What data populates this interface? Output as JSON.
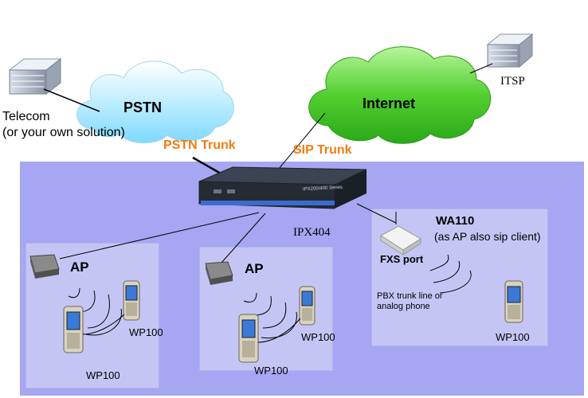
{
  "diagram": {
    "nodes": {
      "pstn": "PSTN",
      "internet": "Internet",
      "telecom": "Telecom",
      "telecom_note": "(or your own solution)",
      "itsp": "ITSP",
      "pstn_trunk": "PSTN Trunk",
      "sip_trunk": "SIP Trunk",
      "ipx_name": "IPX404",
      "ipx_series": "IPX200/400 Series",
      "wa110": "WA110",
      "wa110_note": "(as AP also sip client)",
      "fxs_port": "FXS port",
      "pbx_line1": "PBX trunk line or",
      "pbx_line2": "analog phone",
      "ap_left": "AP",
      "ap_middle": "AP",
      "wp_left_a": "WP100",
      "wp_left_b": "WP100",
      "wp_mid_a": "WP100",
      "wp_mid_b": "WP100",
      "wp_right": "WP100"
    },
    "colors": {
      "lan_background": "#a6a6f2",
      "zone_background": "#c5c5f5",
      "cloud_pstn": "#a8e8ff",
      "cloud_internet": "#4ccc30",
      "trunk_label": "#f07d10"
    },
    "icons": [
      "server-icon",
      "cloud-icon",
      "router-icon",
      "access-point-icon",
      "phone-icon",
      "wa110-device-icon"
    ]
  }
}
